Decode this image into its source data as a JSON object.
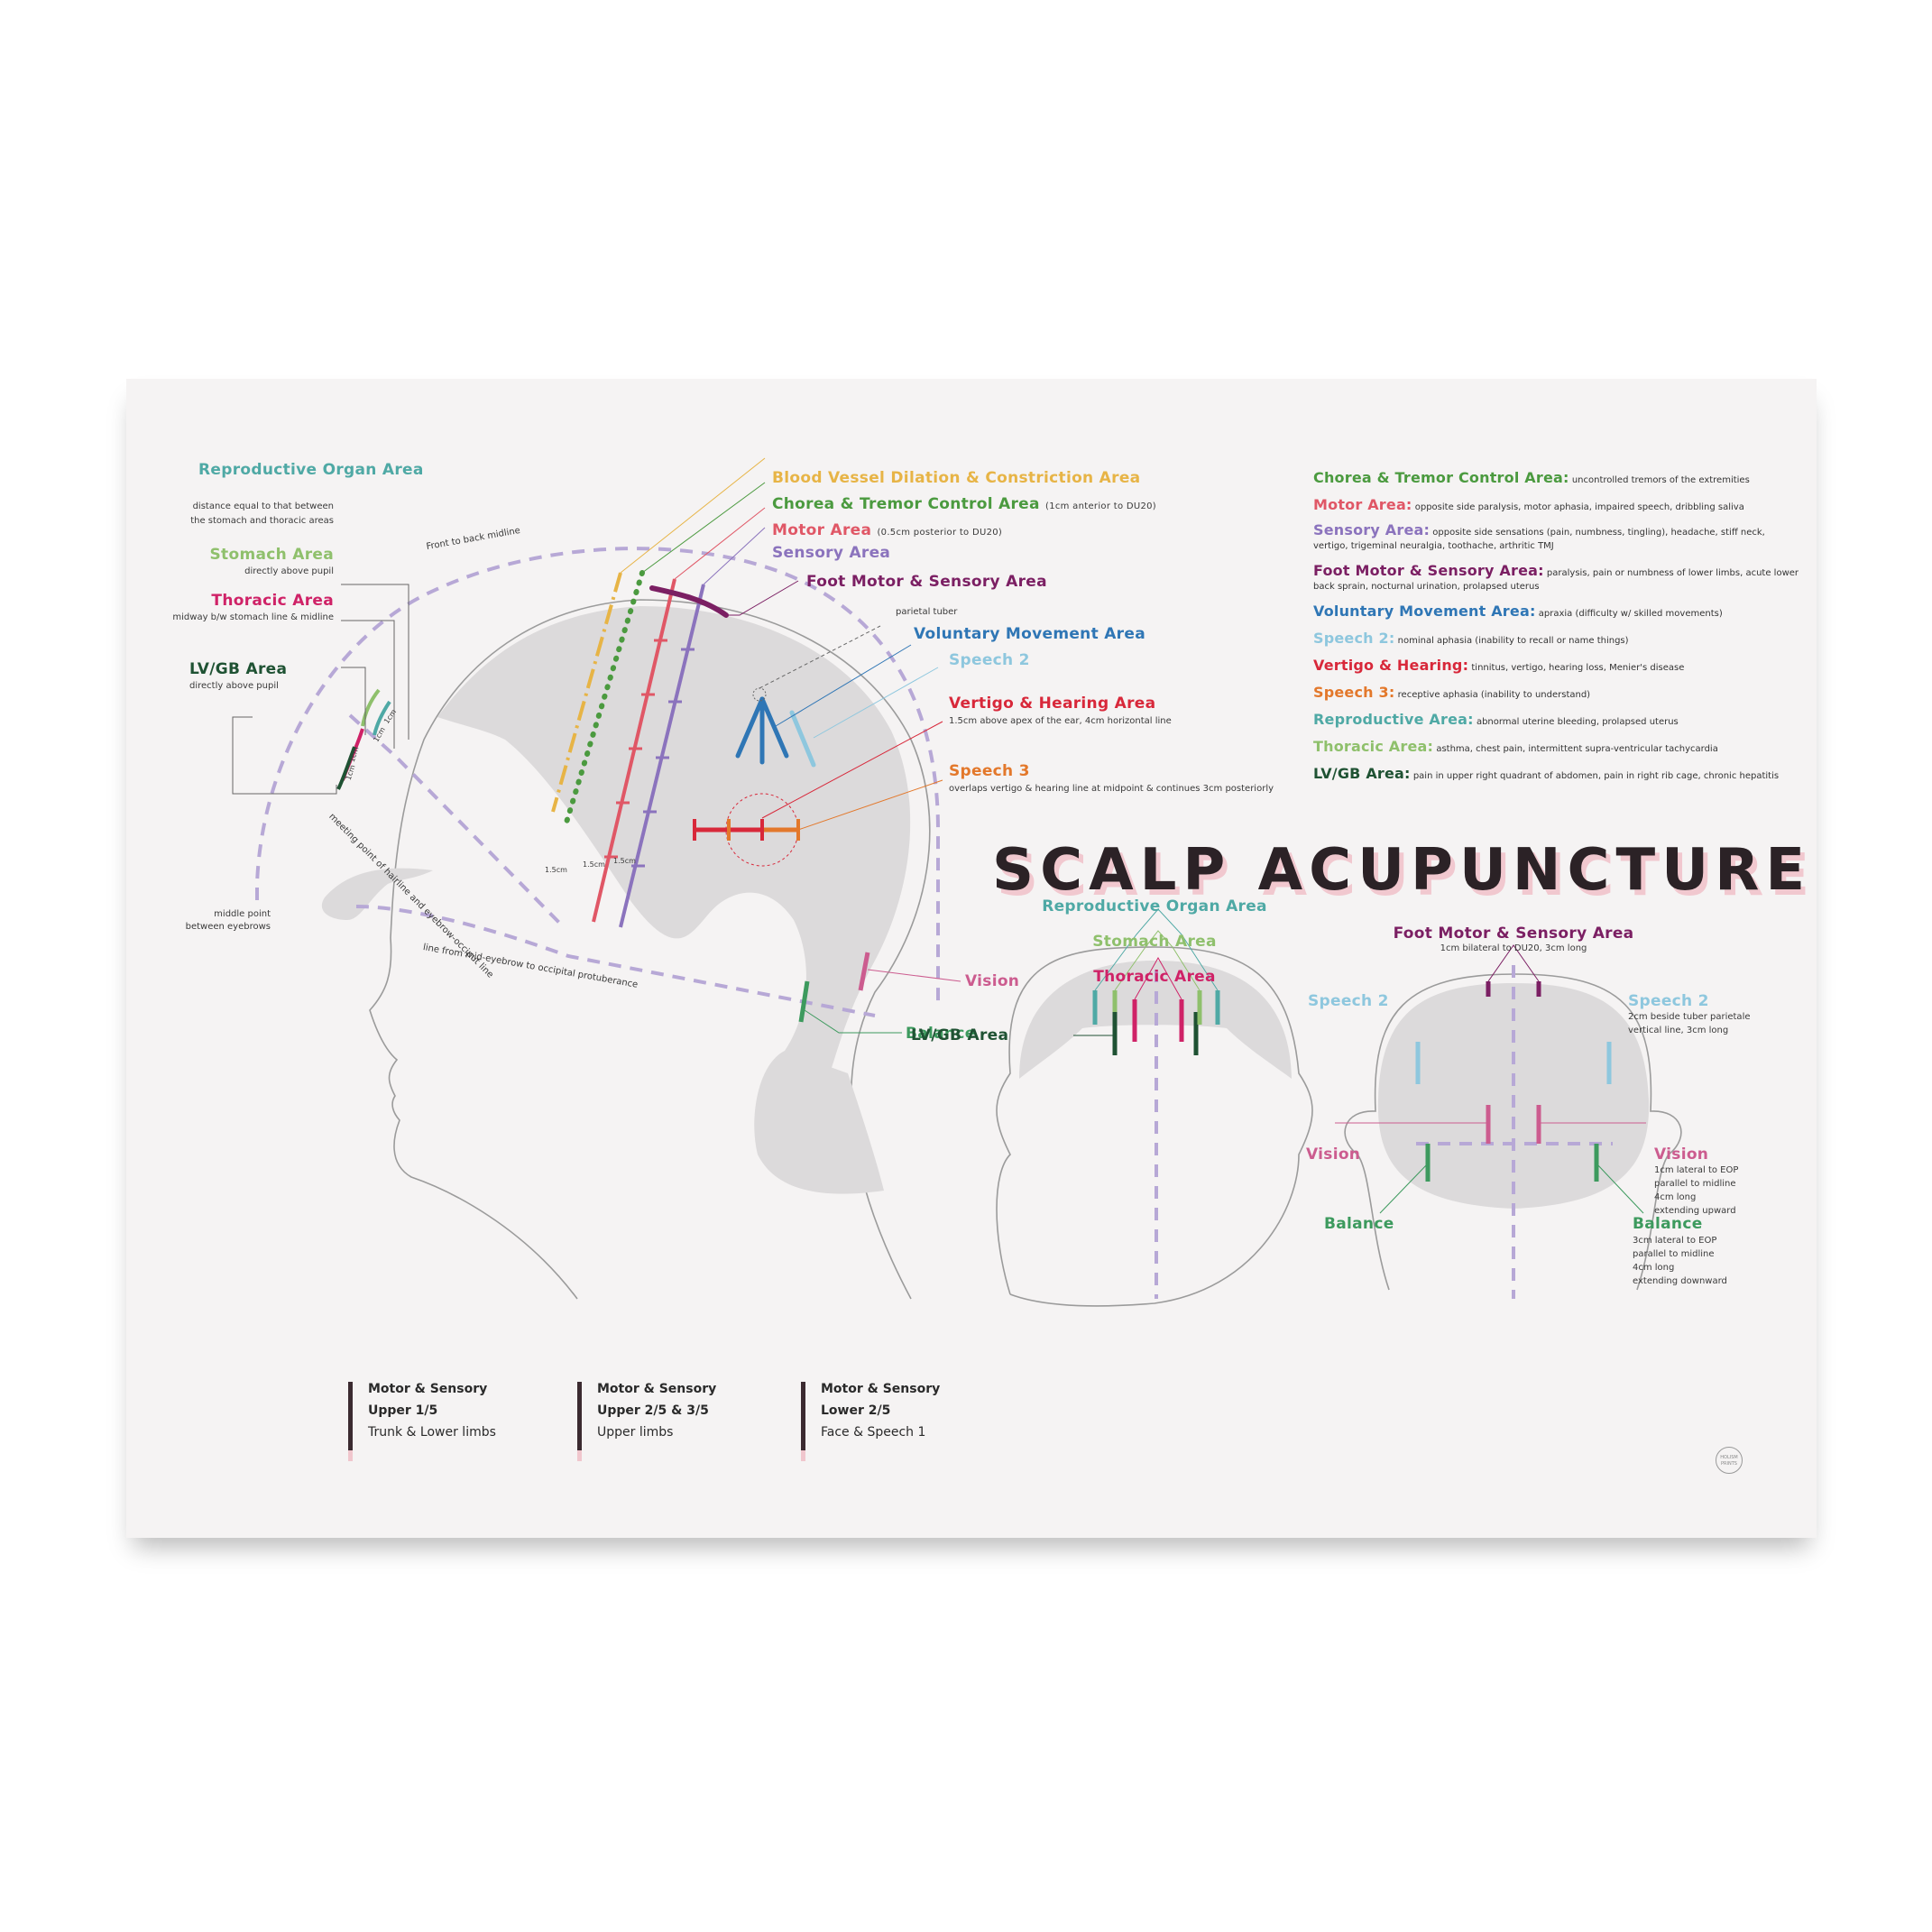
{
  "title": "SCALP ACUPUNCTURE",
  "colors": {
    "reproductive": "#4fa9a5",
    "stomach": "#8fc06c",
    "thoracic": "#cf2267",
    "lvgb": "#1f5233",
    "blood_vessel": "#e7b446",
    "chorea": "#4b9a3f",
    "motor": "#e05766",
    "sensory": "#8b73bd",
    "foot": "#7b1f63",
    "voluntary": "#2f76b5",
    "speech2": "#8ec7de",
    "vertigo": "#d8283a",
    "speech3": "#e3782b",
    "vision": "#cc5c8f",
    "balance": "#3d9a5e",
    "dash": "#b7a8d6",
    "head_fill": "#dcdadb"
  },
  "side_view": {
    "reproductive_label": "Reproductive Organ Area",
    "reproductive_note_1": "distance equal to that between",
    "reproductive_note_2": "the stomach and thoracic areas",
    "stomach_label": "Stomach Area",
    "stomach_note": "directly above pupil",
    "thoracic_label": "Thoracic Area",
    "thoracic_note": "midway b/w stomach line & midline",
    "lvgb_label": "LV/GB Area",
    "lvgb_note": "directly above pupil",
    "blood_vessel_label": "Blood Vessel Dilation & Constriction Area",
    "chorea_label": "Chorea & Tremor Control Area",
    "chorea_note": "(1cm anterior to DU20)",
    "motor_label": "Motor Area",
    "motor_note": "(0.5cm posterior to DU20)",
    "sensory_label": "Sensory Area",
    "foot_label": "Foot Motor & Sensory Area",
    "parietal_note": "parietal tuber",
    "voluntary_label": "Voluntary Movement Area",
    "speech2_label": "Speech 2",
    "vertigo_label": "Vertigo & Hearing Area",
    "vertigo_note": "1.5cm above apex of the ear, 4cm horizontal line",
    "speech3_label": "Speech 3",
    "speech3_note": "overlaps vertigo & hearing line at midpoint & continues 3cm posteriorly",
    "vision_label": "Vision",
    "balance_label": "Balance",
    "midline_label": "Front to back midline",
    "hairline_label": "meeting point of hairline and eyebrow-occiput line",
    "mid_eyebrow_label": "line from mid-eyebrow to occipital protuberance",
    "middle_point_1": "middle point",
    "middle_point_2": "between eyebrows",
    "cm_1": "1cm",
    "cm_15": "1.5cm"
  },
  "descriptions": [
    {
      "label": "Chorea & Tremor Control Area:",
      "text": "uncontrolled tremors of the extremities",
      "color_key": "chorea"
    },
    {
      "label": "Motor Area:",
      "text": "opposite side paralysis, motor aphasia, impaired speech, dribbling saliva",
      "color_key": "motor"
    },
    {
      "label": "Sensory Area:",
      "text": "opposite side sensations (pain, numbness, tingling), headache, stiff neck, vertigo, trigeminal neuralgia, toothache, arthritic TMJ",
      "color_key": "sensory"
    },
    {
      "label": "Foot Motor & Sensory Area:",
      "text": "paralysis, pain or numbness of lower limbs, acute lower back sprain, nocturnal urination, prolapsed uterus",
      "color_key": "foot"
    },
    {
      "label": "Voluntary Movement Area:",
      "text": "apraxia (difficulty w/ skilled movements)",
      "color_key": "voluntary"
    },
    {
      "label": "Speech 2:",
      "text": "nominal aphasia (inability to recall or name things)",
      "color_key": "speech2"
    },
    {
      "label": "Vertigo & Hearing:",
      "text": "tinnitus, vertigo, hearing loss, Menier's disease",
      "color_key": "vertigo"
    },
    {
      "label": "Speech 3:",
      "text": "receptive aphasia (inability to understand)",
      "color_key": "speech3"
    },
    {
      "label": "Reproductive Area:",
      "text": "abnormal uterine bleeding, prolapsed uterus",
      "color_key": "reproductive"
    },
    {
      "label": "Thoracic Area:",
      "text": "asthma, chest pain, intermittent supra-ventricular tachycardia",
      "color_key": "stomach"
    },
    {
      "label": "LV/GB Area:",
      "text": "pain in upper right quadrant of abdomen, pain in right rib cage, chronic hepatitis",
      "color_key": "lvgb"
    }
  ],
  "front_view": {
    "reproductive_label": "Reproductive Organ Area",
    "stomach_label": "Stomach Area",
    "thoracic_label": "Thoracic Area",
    "lvgb_label": "LV/GB Area"
  },
  "back_view": {
    "foot_label": "Foot Motor & Sensory Area",
    "foot_note": "1cm bilateral to DU20, 3cm long",
    "speech2_left": "Speech 2",
    "speech2_right": "Speech 2",
    "speech2_note_1": "2cm beside tuber parietale",
    "speech2_note_2": "vertical line, 3cm long",
    "vision_left": "Vision",
    "vision_right": "Vision",
    "vision_note_1": "1cm lateral to EOP",
    "vision_note_2": "parallel to midline",
    "vision_note_3": "4cm long",
    "vision_note_4": "extending upward",
    "balance_left": "Balance",
    "balance_right": "Balance",
    "balance_note_1": "3cm lateral to EOP",
    "balance_note_2": "parallel to midline",
    "balance_note_3": "4cm long",
    "balance_note_4": "extending downward"
  },
  "legend": [
    {
      "line1": "Motor & Sensory",
      "line2": "Upper 1/5",
      "line3": "Trunk & Lower limbs"
    },
    {
      "line1": "Motor & Sensory",
      "line2": "Upper 2/5 & 3/5",
      "line3": "Upper limbs"
    },
    {
      "line1": "Motor & Sensory",
      "line2": "Lower 2/5",
      "line3": "Face & Speech 1"
    }
  ],
  "logo_line1": "HOLISM",
  "logo_line2": "PRINTS"
}
